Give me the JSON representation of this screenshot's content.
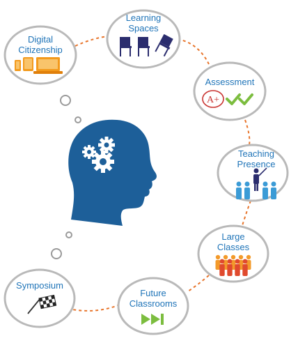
{
  "nodes": {
    "learning_spaces": {
      "line1": "Learning",
      "line2": "Spaces"
    },
    "digital_citizenship": {
      "line1": "Digital",
      "line2": "Citizenship"
    },
    "assessment": {
      "line1": "Assessment",
      "grade": "A+"
    },
    "teaching_presence": {
      "line1": "Teaching",
      "line2": "Presence"
    },
    "large_classes": {
      "line1": "Large",
      "line2": "Classes"
    },
    "future_classrooms": {
      "line1": "Future",
      "line2": "Classrooms"
    },
    "symposium": {
      "line1": "Symposium"
    }
  },
  "colors": {
    "text_blue": "#1f74b8",
    "head_blue": "#1d5f99",
    "connector_orange": "#e8742a",
    "bubble_border": "#b9b9b9",
    "check_green": "#7cbd3f",
    "grade_red": "#c8322f",
    "chair_navy": "#2b2d6e",
    "people_blue": "#3b9bd6",
    "people_orange": "#f39a2b",
    "people_red": "#e04a2e",
    "device_orange": "#f39a1c"
  },
  "icons": {
    "learning_spaces": "chairs-icon",
    "digital_citizenship": "devices-icon",
    "assessment": "grade-checkmarks-icon",
    "teaching_presence": "teacher-audience-icon",
    "large_classes": "crowd-icon",
    "future_classrooms": "fast-forward-icon",
    "symposium": "checkered-flag-icon",
    "center": "head-with-gears-icon"
  }
}
